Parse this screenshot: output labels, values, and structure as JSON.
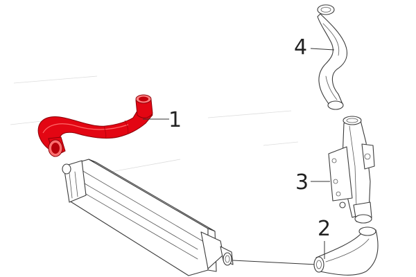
{
  "diagram": {
    "callouts": [
      {
        "id": "1",
        "label": "1"
      },
      {
        "id": "2",
        "label": "2"
      },
      {
        "id": "3",
        "label": "3"
      },
      {
        "id": "4",
        "label": "4"
      }
    ],
    "highlight_color": "#e30613",
    "line_color": "#3a3a3a"
  }
}
